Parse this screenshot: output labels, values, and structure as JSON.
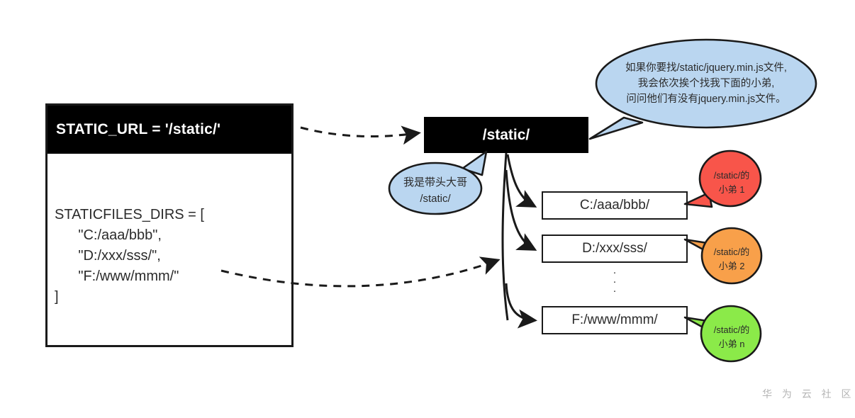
{
  "diagram": {
    "title": "Django STATIC_URL / STATICFILES_DIRS lookup diagram",
    "watermark": "华 为 云 社 区",
    "colors": {
      "node_fill": "#000000",
      "node_text": "#ffffff",
      "box_border": "#1a1a1a",
      "bubble_blue": "#bad6f0",
      "bubble_red": "#f8554a",
      "bubble_orange": "#f8a04a",
      "bubble_green": "#8bea49",
      "text": "#2b2b2b",
      "watermark": "#b4b4b4"
    }
  },
  "settings_panel": {
    "header": "STATIC_URL = '/static/'",
    "code_lines": [
      "STATICFILES_DIRS = [",
      "      \"C:/aaa/bbb\",",
      "      \"D:/xxx/sss/\",",
      "      \"F:/www/mmm/\"",
      "]"
    ]
  },
  "static_node": {
    "label": "/static/"
  },
  "dir_boxes": [
    {
      "label": "C:/aaa/bbb/"
    },
    {
      "label": "D:/xxx/sss/"
    },
    {
      "label": "F:/www/mmm/"
    }
  ],
  "ellipsis": {
    "dots": [
      "·",
      "·",
      "·"
    ]
  },
  "bubbles": {
    "main": {
      "lines": [
        "如果你要找/static/jquery.min.js文件,",
        "我会依次挨个找我下面的小弟,",
        "问问他们有没有jquery.min.js文件。"
      ],
      "fill": "#bad6f0"
    },
    "boss": {
      "lines": [
        "我是带头大哥",
        "/static/"
      ],
      "fill": "#bad6f0"
    },
    "minions": [
      {
        "lines": [
          "/static/的",
          "小弟 1"
        ],
        "fill": "#f8554a"
      },
      {
        "lines": [
          "/static/的",
          "小弟 2"
        ],
        "fill": "#f8a04a"
      },
      {
        "lines": [
          "/static/的",
          "小弟 n"
        ],
        "fill": "#8bea49"
      }
    ]
  }
}
